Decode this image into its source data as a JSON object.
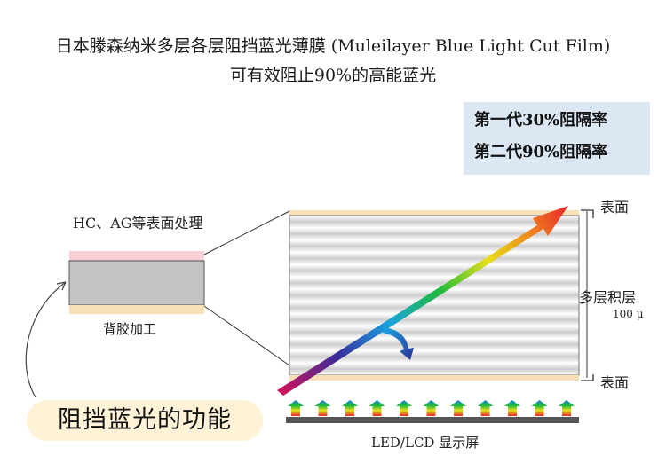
{
  "title": {
    "line1": "日本滕森纳米多层各层阻挡蓝光薄膜 (Muleilayer Blue Light Cut Film)",
    "line2": "可有效阻止90%的高能蓝光"
  },
  "generations": {
    "gen1": "第一代30%阻隔率",
    "gen2": "第二代90%阻隔率"
  },
  "left_film": {
    "top_label": "HC、AG等表面处理",
    "bottom_label": "背胶加工"
  },
  "right_film": {
    "surface_top": "表面",
    "surface_bottom": "表面",
    "multilayer": "多层积层",
    "thickness": "100 μ",
    "layer_count": 13
  },
  "display": {
    "label": "LED/LCD 显示屏",
    "arrow_count": 11
  },
  "feature": {
    "label": "阻挡蓝光的功能"
  },
  "colors": {
    "gen_box": "#dbe8f4",
    "feature_bg": "#fff2d6",
    "surface_layer": "#f7dfb8",
    "pink_layer": "#f7d0d6",
    "film_gray": "#c4c4c4",
    "stripe_white": "#ffffff",
    "stripe_gray": "#cfcfcf"
  }
}
